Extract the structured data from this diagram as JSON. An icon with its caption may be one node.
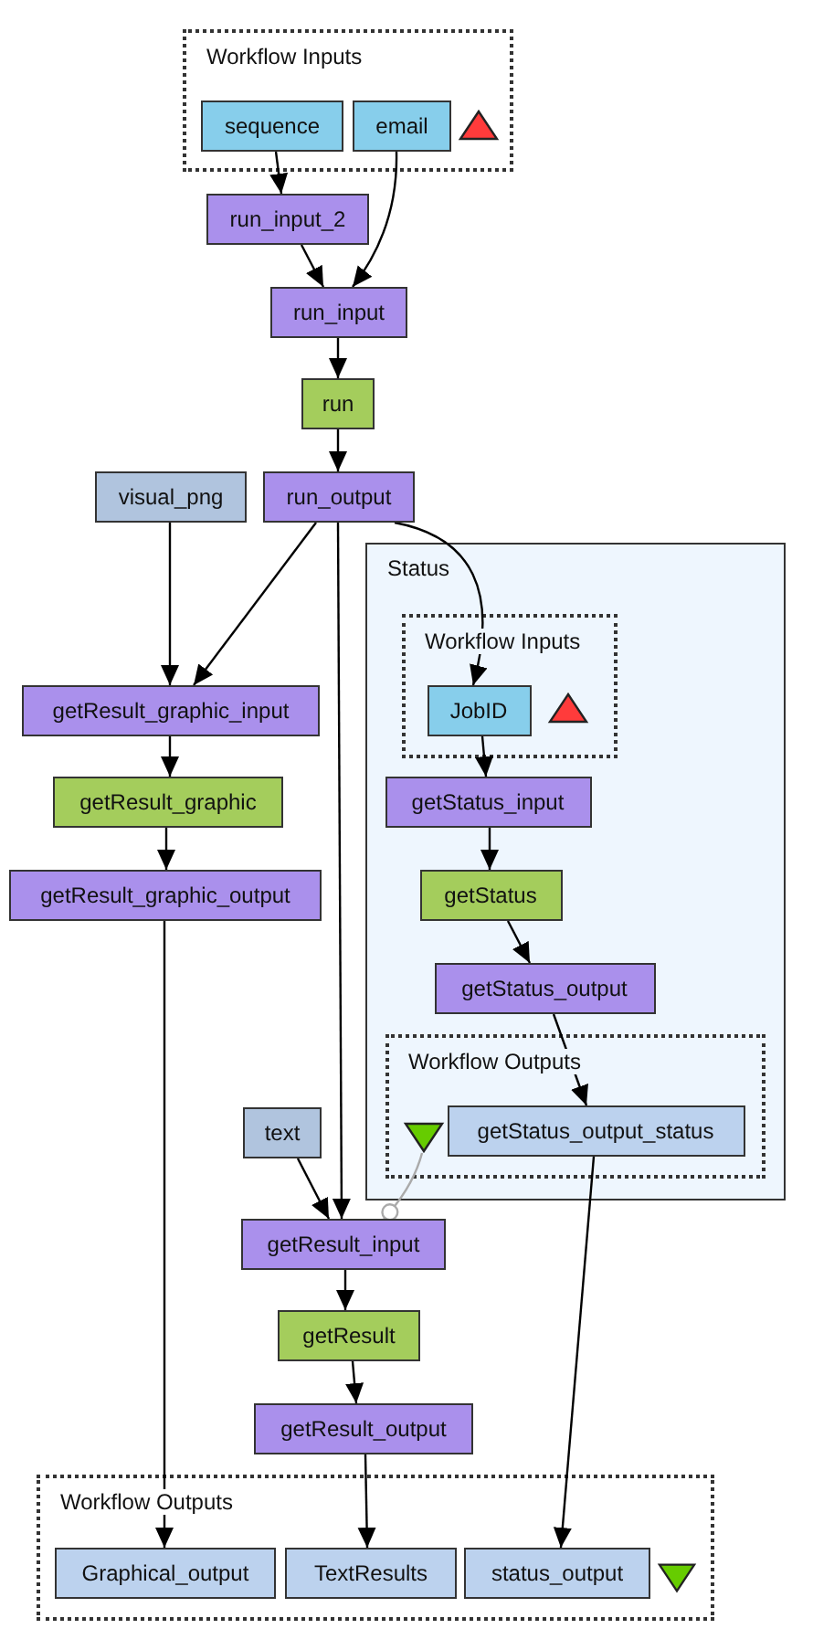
{
  "diagram": {
    "nodes": [
      {
        "text": [
          "Workflow Inputs"
        ]
      },
      {
        "text": [
          "sequence"
        ],
        "in": 0
      },
      {
        "text": [
          "email"
        ],
        "in": 0
      },
      {
        "text": [],
        "shape": "triangle",
        "in": 0
      },
      {
        "text": [
          "run_input_2"
        ]
      },
      {
        "text": [
          "run_input"
        ]
      },
      {
        "text": [
          "run"
        ]
      },
      {
        "text": [
          "visual_png"
        ]
      },
      {
        "text": [
          "run_output"
        ]
      },
      {
        "text": [
          "Status"
        ]
      },
      {
        "text": [
          "Workflow Inputs"
        ],
        "in": 9
      },
      {
        "text": [
          "JobID"
        ],
        "in": 10
      },
      {
        "text": [],
        "shape": "triangle",
        "in": 10
      },
      {
        "text": [
          "getResult_graphic_input"
        ]
      },
      {
        "text": [
          "getStatus_input"
        ],
        "in": 9
      },
      {
        "text": [
          "getResult_graphic"
        ]
      },
      {
        "text": [
          "getStatus"
        ],
        "in": 9
      },
      {
        "text": [
          "getResult_graphic_output"
        ]
      },
      {
        "text": [
          "getStatus_output"
        ],
        "in": 9
      },
      {
        "text": [
          "Workflow Outputs"
        ],
        "in": 9
      },
      {
        "text": [],
        "shape": "triangle",
        "in": 19
      },
      {
        "text": [
          "getStatus_output_status"
        ],
        "in": 19
      },
      {
        "text": [
          "text"
        ]
      },
      {
        "text": [
          "getResult_input"
        ]
      },
      {
        "text": [
          "getResult"
        ]
      },
      {
        "text": [
          "getResult_output"
        ]
      },
      {
        "text": [
          "Workflow Outputs"
        ]
      },
      {
        "text": [
          "Graphical_output"
        ],
        "in": 26
      },
      {
        "text": [
          "TextResults"
        ],
        "in": 26
      },
      {
        "text": [
          "status_output"
        ],
        "in": 26
      },
      {
        "text": [],
        "shape": "triangle",
        "in": 26
      }
    ],
    "edges": [
      {
        "from": 1,
        "to": 4,
        "arrow": "to"
      },
      {
        "from": 2,
        "to": 5,
        "arrow": "to"
      },
      {
        "from": 4,
        "to": 5,
        "arrow": "to"
      },
      {
        "from": 5,
        "to": 6,
        "arrow": "to"
      },
      {
        "from": 6,
        "to": 8,
        "arrow": "to"
      },
      {
        "from": 7,
        "to": 13,
        "arrow": "to"
      },
      {
        "from": 8,
        "to": 13,
        "arrow": "to"
      },
      {
        "from": 8,
        "to": 11,
        "arrow": "to"
      },
      {
        "from": 8,
        "to": 23,
        "arrow": "to"
      },
      {
        "from": 11,
        "to": 14,
        "arrow": "to"
      },
      {
        "from": 14,
        "to": 16,
        "arrow": "to"
      },
      {
        "from": 16,
        "to": 18,
        "arrow": "to"
      },
      {
        "from": 18,
        "to": 21,
        "arrow": "to"
      },
      {
        "from": 20,
        "to": 23,
        "arrow": "other",
        "color": "#aaaaaa"
      },
      {
        "from": 22,
        "to": 23,
        "arrow": "to"
      },
      {
        "from": 13,
        "to": 15,
        "arrow": "to"
      },
      {
        "from": 15,
        "to": 17,
        "arrow": "to"
      },
      {
        "from": 17,
        "to": 27,
        "arrow": "to"
      },
      {
        "from": 23,
        "to": 24,
        "arrow": "to"
      },
      {
        "from": 24,
        "to": 25,
        "arrow": "to"
      },
      {
        "from": 25,
        "to": 28,
        "arrow": "to"
      },
      {
        "from": 21,
        "to": 29,
        "arrow": "to"
      }
    ]
  }
}
